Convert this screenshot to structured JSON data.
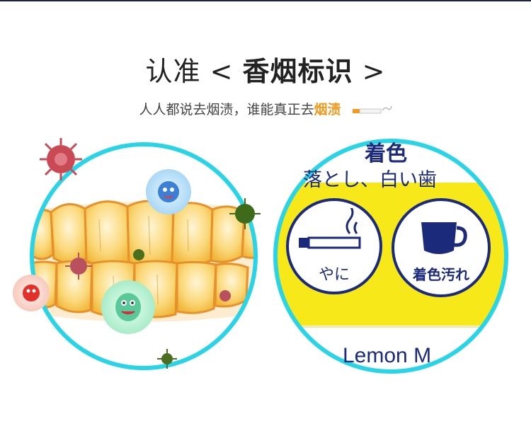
{
  "header": {
    "title_prefix": "认准",
    "title_open": "<",
    "title_bold": "香烟标识",
    "title_close": ">",
    "subtitle_text": "人人都说去烟渍，谁能真正去",
    "subtitle_highlight": "烟渍"
  },
  "product_label": {
    "top_partial_text": "着色",
    "line_text": "落とし、白い歯",
    "icon_left_label": "やに",
    "icon_right_label": "着色汚れ",
    "bottom_text": "Lemon M"
  },
  "colors": {
    "circle_border": "#28d4e6",
    "highlight": "#f39a1e",
    "label_yellow": "#f7e81a",
    "navy": "#1b2a7a"
  }
}
